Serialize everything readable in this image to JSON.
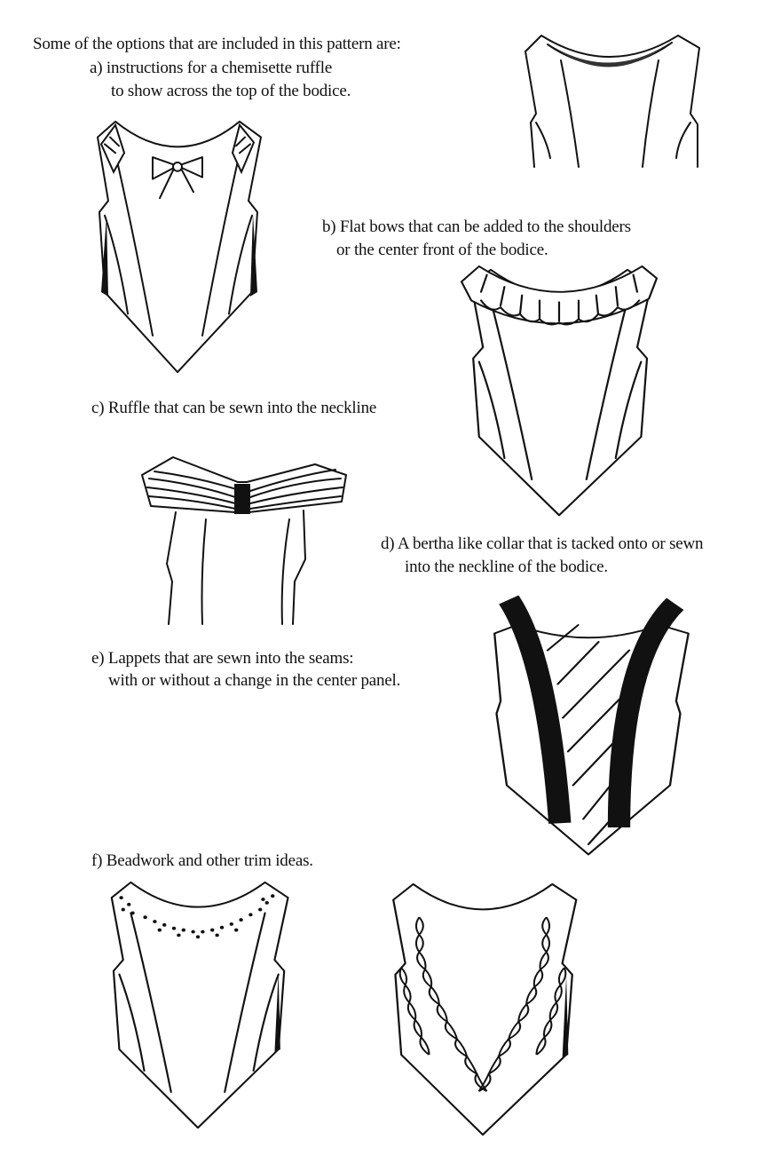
{
  "intro": "Some of the options that are included in this pattern are:",
  "options": {
    "a": [
      "a) instructions for a chemisette ruffle",
      "to show across the top of the bodice."
    ],
    "b": [
      "b) Flat bows that can be added to the shoulders",
      "or the center front of the bodice."
    ],
    "c": [
      "c) Ruffle that can be sewn into the neckline"
    ],
    "d": [
      "d) A bertha like collar that is tacked onto or sewn",
      "into the neckline of the bodice."
    ],
    "e": [
      "e) Lappets that are sewn into the seams:",
      "with or without a change in the center panel."
    ],
    "f": [
      "f)  Beadwork and other trim ideas."
    ]
  },
  "colors": {
    "ink": "#111111",
    "paper": "#ffffff"
  }
}
